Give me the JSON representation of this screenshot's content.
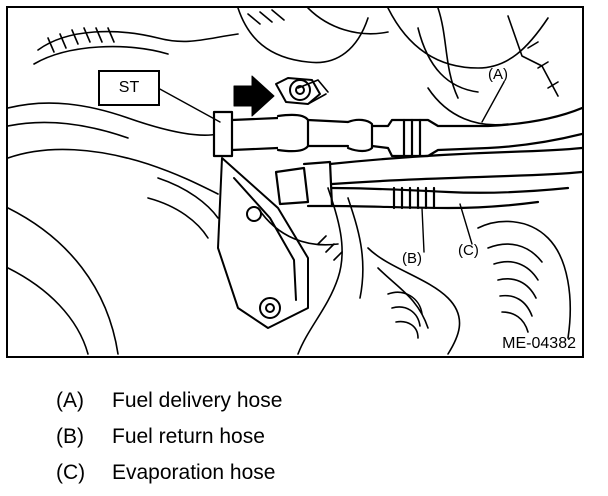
{
  "figure": {
    "tool_label": "ST",
    "code": "ME-04382",
    "callouts": {
      "a": "(A)",
      "b": "(B)",
      "c": "(C)"
    }
  },
  "legend": [
    {
      "key": "(A)",
      "text": "Fuel delivery hose"
    },
    {
      "key": "(B)",
      "text": "Fuel return hose"
    },
    {
      "key": "(C)",
      "text": "Evaporation hose"
    }
  ],
  "colors": {
    "ink": "#000000",
    "paper": "#ffffff"
  }
}
